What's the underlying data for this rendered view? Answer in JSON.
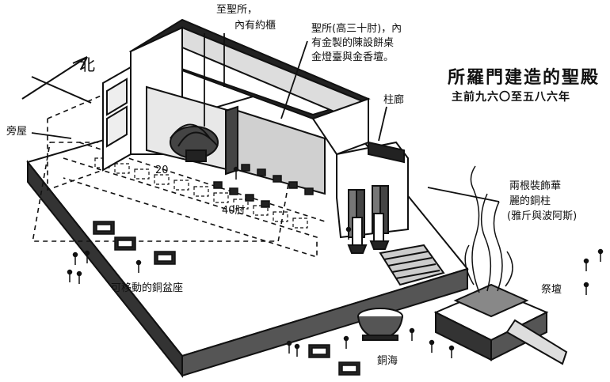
{
  "title": "所羅門建造的聖殿",
  "subtitle": "主前九六〇至五八六年",
  "north": "北",
  "labels": {
    "holy_of_holies_line1": "至聖所，",
    "holy_of_holies_line2": "內有約櫃",
    "holy_place_line1": "聖所(高三十肘)，內",
    "holy_place_line2": "有金製的陳設餅桌",
    "holy_place_line3": "金燈臺與金香壇。",
    "side_rooms": "旁屋",
    "porch": "柱廊",
    "pillars_line1": "兩根裝飾華",
    "pillars_line2": "麗的銅柱",
    "pillars_line3": "(雅斤與波阿斯)",
    "stands": "可移動的銅盆座",
    "altar": "祭壇",
    "sea": "銅海",
    "dim_20": "20",
    "dim_40": "40肘"
  }
}
